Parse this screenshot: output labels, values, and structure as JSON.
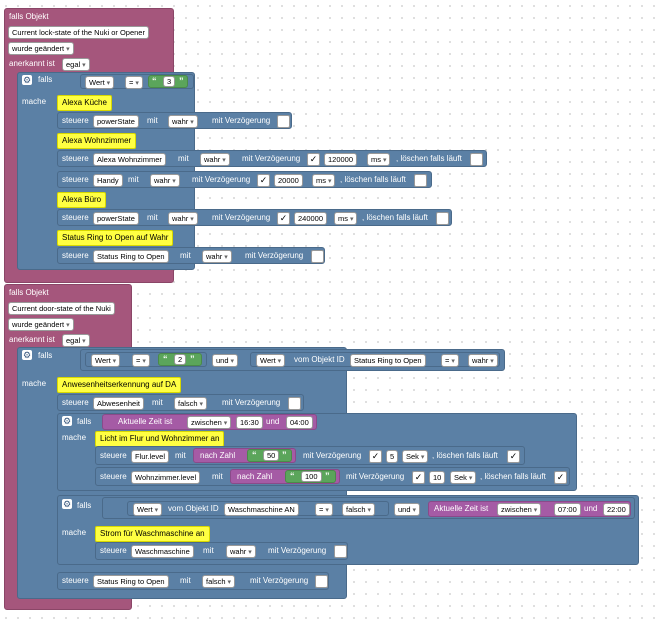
{
  "trigger1": {
    "falls_objekt": "falls Objekt",
    "object": "Current lock-state of the Nuki or Opener",
    "condition": "wurde geändert",
    "acknowledged_label": "anerkannt ist",
    "acknowledged_value": "egal",
    "if_block": {
      "falls": "falls",
      "mache": "mache",
      "cond_field": "Wert",
      "cond_op": "=",
      "cond_value": "3",
      "comment_kueche": "Alexa Küche",
      "row1": {
        "steuere": "steuere",
        "target": "powerState",
        "mit": "mit",
        "value": "wahr",
        "delay": "mit Verzögerung"
      },
      "comment_wohn": "Alexa Wohnzimmer",
      "row2": {
        "steuere": "steuere",
        "target": "Alexa Wohnzimmer",
        "mit": "mit",
        "value": "wahr",
        "delay": "mit Verzögerung",
        "ms": "120000",
        "unit": "ms",
        "clear": ", löschen falls läuft"
      },
      "row3": {
        "steuere": "steuere",
        "target": "Handy",
        "mit": "mit",
        "value": "wahr",
        "delay": "mit Verzögerung",
        "ms": "20000",
        "unit": "ms",
        "clear": ", löschen falls läuft"
      },
      "comment_buero": "Alexa Büro",
      "row4": {
        "steuere": "steuere",
        "target": "powerState",
        "mit": "mit",
        "value": "wahr",
        "delay": "mit Verzögerung",
        "ms": "240000",
        "unit": "ms",
        "clear": ", löschen falls läuft"
      },
      "comment_ring": "Status Ring to Open auf Wahr",
      "row5": {
        "steuere": "steuere",
        "target": "Status Ring to Open",
        "mit": "mit",
        "value": "wahr",
        "delay": "mit Verzögerung"
      }
    }
  },
  "trigger2": {
    "falls_objekt": "falls Objekt",
    "object": "Current door-state of the Nuki",
    "condition": "wurde geändert",
    "acknowledged_label": "anerkannt ist",
    "acknowledged_value": "egal",
    "if_block": {
      "falls": "falls",
      "mache": "mache",
      "cond_field": "Wert",
      "cond_op": "=",
      "cond_value": "2",
      "und": "und",
      "cond2_field": "Wert",
      "cond2_from": "vom Objekt ID",
      "cond2_obj": "Status Ring to Open",
      "cond2_op": "=",
      "cond2_value": "wahr",
      "comment_anw": "Anwesenheitserkennung auf DA",
      "row1": {
        "steuere": "steuere",
        "target": "Abwesenheit",
        "mit": "mit",
        "value": "falsch",
        "delay": "mit Verzögerung"
      },
      "inner1": {
        "falls": "falls",
        "mache": "mache",
        "time_label": "Aktuelle Zeit ist",
        "time_op": "zwischen",
        "t1": "16:30",
        "und": "und",
        "t2": "04:00",
        "comment": "Licht im Flur und Wohnzimmer an",
        "rowa": {
          "steuere": "steuere",
          "target": "Flur.level",
          "mit": "mit",
          "nach": "nach Zahl",
          "num": "50",
          "delay": "mit Verzögerung",
          "n": "5",
          "unit": "Sek",
          "clear": ", löschen falls läuft"
        },
        "rowb": {
          "steuere": "steuere",
          "target": "Wohnzimmer.level",
          "mit": "mit",
          "nach": "nach Zahl",
          "num": "100",
          "delay": "mit Verzögerung",
          "n": "10",
          "unit": "Sek",
          "clear": ", löschen falls läuft"
        }
      },
      "inner2": {
        "falls": "falls",
        "mache": "mache",
        "cond_field": "Wert",
        "cond_from": "vom Objekt ID",
        "cond_obj": "Waschmaschine AN",
        "cond_op": "=",
        "cond_value": "falsch",
        "und": "und",
        "time_label": "Aktuelle Zeit ist",
        "time_op": "zwischen",
        "t1": "07:00",
        "und2": "und",
        "t2": "22:00",
        "comment": "Strom für Waschmaschine an",
        "row": {
          "steuere": "steuere",
          "target": "Waschmaschine",
          "mit": "mit",
          "value": "wahr",
          "delay": "mit Verzögerung"
        }
      },
      "row_last": {
        "steuere": "steuere",
        "target": "Status Ring to Open",
        "mit": "mit",
        "value": "falsch",
        "delay": "mit Verzögerung"
      }
    }
  },
  "icons": {
    "gear": "gear-icon",
    "check": "✓"
  }
}
